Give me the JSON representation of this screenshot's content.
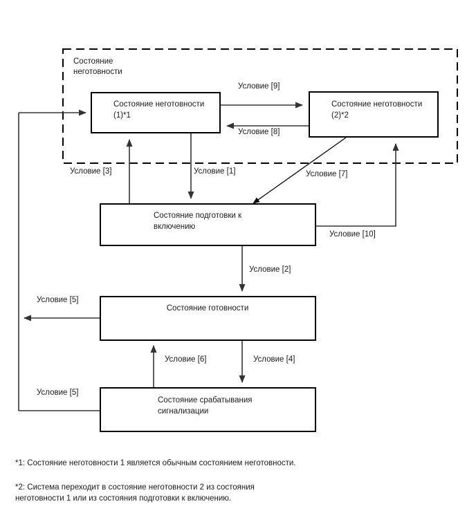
{
  "diagram": {
    "title_group": {
      "label": "Состояние\nнеготовности"
    },
    "boxes": {
      "not_ready_1": {
        "line1": "Состояние неготовности",
        "line2": "(1)*1"
      },
      "not_ready_2": {
        "line1": "Состояние неготовности",
        "line2": "(2)*2"
      },
      "preparing": {
        "line1": "Состояние подготовки к",
        "line2": "включению"
      },
      "ready": {
        "line1": "Состояние готовности"
      },
      "alarm": {
        "line1": "Состояние срабатывания",
        "line2": "сигнализации"
      }
    },
    "conditions": {
      "c9": "Условие [9]",
      "c8": "Условие [8]",
      "c3": "Условие [3]",
      "c1": "Условие [1]",
      "c7": "Условие [7]",
      "c10": "Условие [10]",
      "c2": "Условие [2]",
      "c5_upper": "Условие [5]",
      "c6": "Условие [6]",
      "c4": "Условие [4]",
      "c5_lower": "Условие [5]"
    }
  },
  "footnotes": {
    "note1": "*1: Состояние неготовности 1 является обычным состоянием неготовности.",
    "note2": "*2: Система переходит в состояние неготовности 2 из состояния\nнеготовности 1 или из состояния подготовки к включению."
  },
  "colors": {
    "stroke": "#000000",
    "connector": "#333333",
    "background": "#ffffff",
    "text": "#1a1a1a"
  }
}
